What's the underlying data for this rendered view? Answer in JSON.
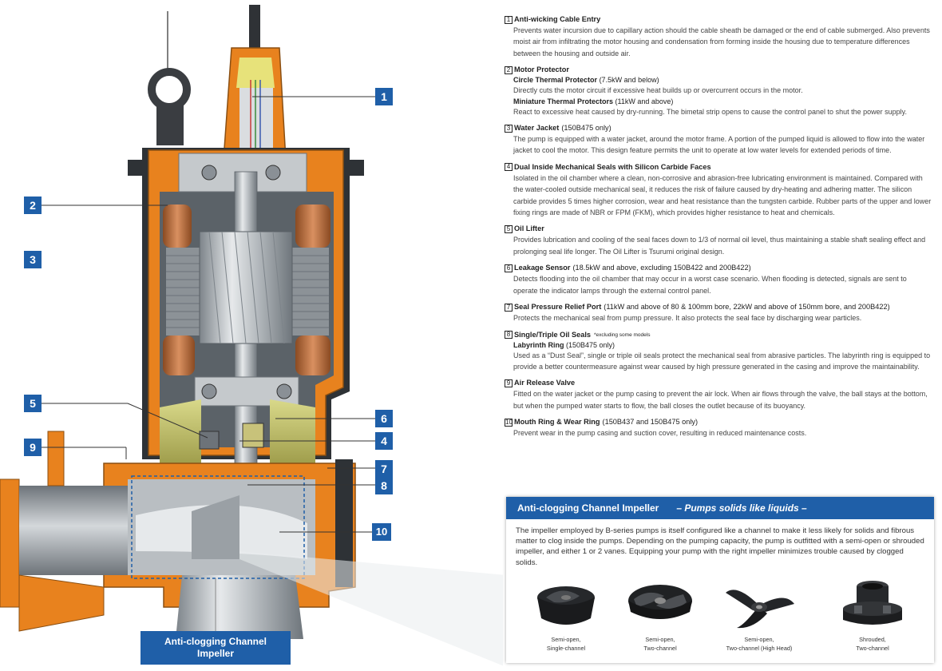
{
  "callouts": [
    "1",
    "2",
    "3",
    "4",
    "5",
    "6",
    "7",
    "8",
    "9",
    "10"
  ],
  "bottom_label": "Anti-clogging Channel Impeller",
  "features": [
    {
      "num": "1",
      "title": "Anti-wicking Cable Entry",
      "paren": "",
      "note": "",
      "body": "Prevents water incursion due to capillary action should the cable sheath be damaged or the end of cable submerged. Also prevents moist air from infiltrating the motor housing and condensation from forming inside the housing due to temperature differences between the housing and outside air."
    },
    {
      "num": "2",
      "title": "Motor Protector",
      "paren": "",
      "note": "",
      "subs": [
        {
          "title": "Circle Thermal Protector",
          "paren": "(7.5kW and below)",
          "body": "Directly cuts the motor circuit if excessive heat builds up or overcurrent occurs in the motor."
        },
        {
          "title": "Miniature Thermal Protectors",
          "paren": "(11kW and above)",
          "body": "React to excessive heat caused by dry-running. The bimetal strip opens to cause the control panel to shut the power supply."
        }
      ]
    },
    {
      "num": "3",
      "title": "Water Jacket",
      "paren": "(150B475 only)",
      "note": "",
      "body": "The pump is equipped with a water jacket, around the motor frame. A portion of the pumped liquid is allowed to flow into the water jacket to cool the motor. This design feature permits the unit to operate at low water levels for extended periods of time."
    },
    {
      "num": "4",
      "title": "Dual Inside Mechanical Seals with Silicon Carbide Faces",
      "paren": "",
      "note": "",
      "body": "Isolated in the oil chamber where a clean, non-corrosive and abrasion-free lubricating environment is maintained. Compared with the water-cooled outside mechanical seal, it reduces the risk of failure caused by dry-heating and adhering matter. The silicon carbide provides 5 times higher corrosion, wear and heat resistance than the tungsten carbide. Rubber parts of the upper and lower fixing rings are made of NBR or FPM (FKM), which provides higher resistance to heat and chemicals."
    },
    {
      "num": "5",
      "title": "Oil Lifter",
      "paren": "",
      "note": "",
      "body": "Provides lubrication and cooling of the seal faces down to 1/3 of normal oil level, thus maintaining a stable shaft sealing effect and prolonging seal life longer. The Oil Lifter is Tsurumi original design."
    },
    {
      "num": "6",
      "title": "Leakage Sensor",
      "paren": "(18.5kW and above, excluding 150B422 and 200B422)",
      "note": "",
      "body": "Detects flooding into the oil chamber that may occur in a worst case scenario. When flooding is detected, signals are sent to operate the indicator lamps through the external control panel."
    },
    {
      "num": "7",
      "title": "Seal Pressure Relief Port",
      "paren": "(11kW and above of 80 & 100mm bore, 22kW and above of 150mm bore, and 200B422)",
      "note": "",
      "body": "Protects the mechanical seal from pump pressure. It also protects the seal face by discharging wear particles."
    },
    {
      "num": "8",
      "title": "Single/Triple Oil Seals",
      "paren": "",
      "note": "*excluding some models",
      "subs": [
        {
          "title": "Labyrinth Ring",
          "paren": "(150B475 only)",
          "body": "Used as a “Dust Seal”, single or triple oil seals protect the mechanical seal from abrasive particles. The labyrinth ring is equipped to provide a better countermeasure against wear caused by high pressure generated in the casing and improve the maintainability."
        }
      ]
    },
    {
      "num": "9",
      "title": "Air Release Valve",
      "paren": "",
      "note": "",
      "body": "Fitted on the water jacket or the pump casing to prevent the air lock. When air flows through the valve, the ball stays at the bottom, but when the pumped water starts to flow, the ball closes the outlet because of its buoyancy."
    },
    {
      "num": "10",
      "title": "Mouth Ring & Wear Ring",
      "paren": "(150B437 and 150B475 only)",
      "note": "",
      "body": "Prevent wear in the pump casing and suction cover, resulting in reduced maintenance costs."
    }
  ],
  "panel": {
    "title": "Anti-clogging Channel Impeller",
    "tagline": "– Pumps solids like liquids –",
    "body": "The impeller employed by B-series pumps is itself configured like a channel to make it less likely for solids and fibrous matter to clog inside the pumps. Depending on the pumping capacity, the pump is outfitted with a semi-open or shrouded impeller, and either 1 or 2 vanes. Equipping your pump with the right impeller minimizes trouble caused by clogged solids.",
    "impellers": [
      {
        "line1": "Semi-open,",
        "line2": "Single-channel"
      },
      {
        "line1": "Semi-open,",
        "line2": "Two-channel"
      },
      {
        "line1": "Semi-open,",
        "line2": "Two-channel (High Head)"
      },
      {
        "line1": "Shrouded,",
        "line2": "Two-channel"
      }
    ]
  },
  "colors": {
    "accent": "#1f5fa8",
    "casing_orange": "#e8821e",
    "steel": "#a8aeb4",
    "copper": "#c8773e"
  }
}
